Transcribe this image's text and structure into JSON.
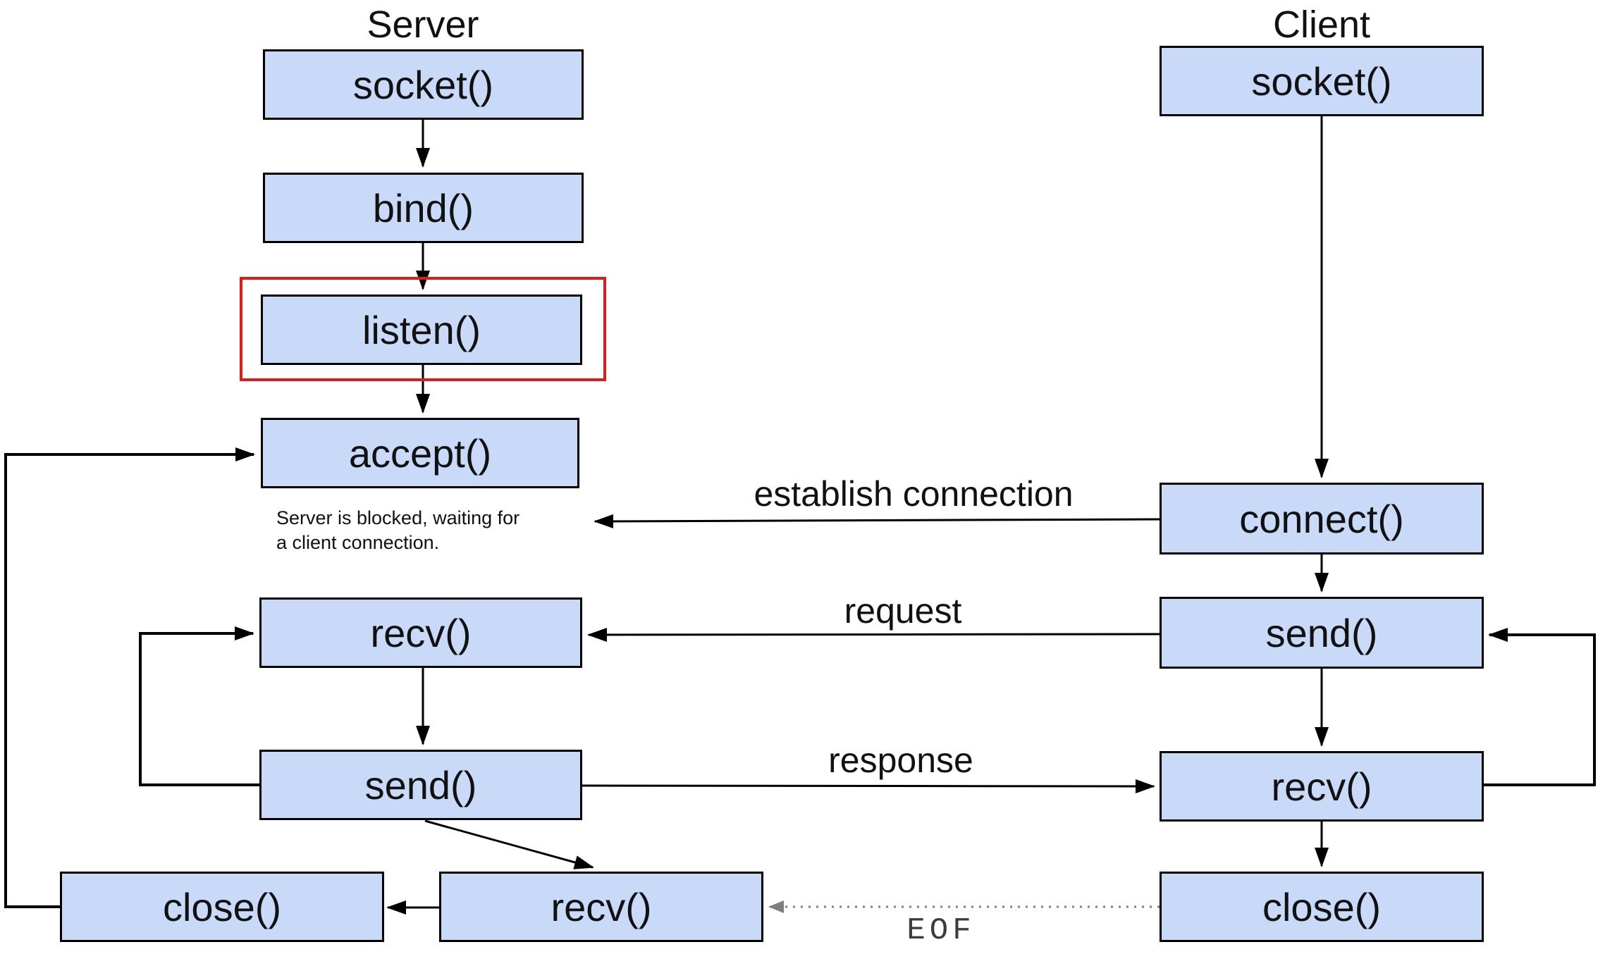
{
  "titles": {
    "server": "Server",
    "client": "Client"
  },
  "server": {
    "socket": "socket()",
    "bind": "bind()",
    "listen": "listen()",
    "accept": "accept()",
    "recv": "recv()",
    "send": "send()",
    "close": "close()",
    "recv2": "recv()"
  },
  "client": {
    "socket": "socket()",
    "connect": "connect()",
    "send": "send()",
    "recv": "recv()",
    "close": "close()"
  },
  "labels": {
    "establish": "establish connection",
    "request": "request",
    "response": "response",
    "eof": "EOF"
  },
  "note": {
    "line1": "Server is blocked, waiting for",
    "line2": "a client connection."
  },
  "colors": {
    "background": "#ffffff",
    "box_fill": "#c9daf8",
    "box_border": "#000000",
    "highlight_red": "#e01b1b",
    "arrow": "#000000",
    "eof_gray": "#7f7f7f"
  }
}
